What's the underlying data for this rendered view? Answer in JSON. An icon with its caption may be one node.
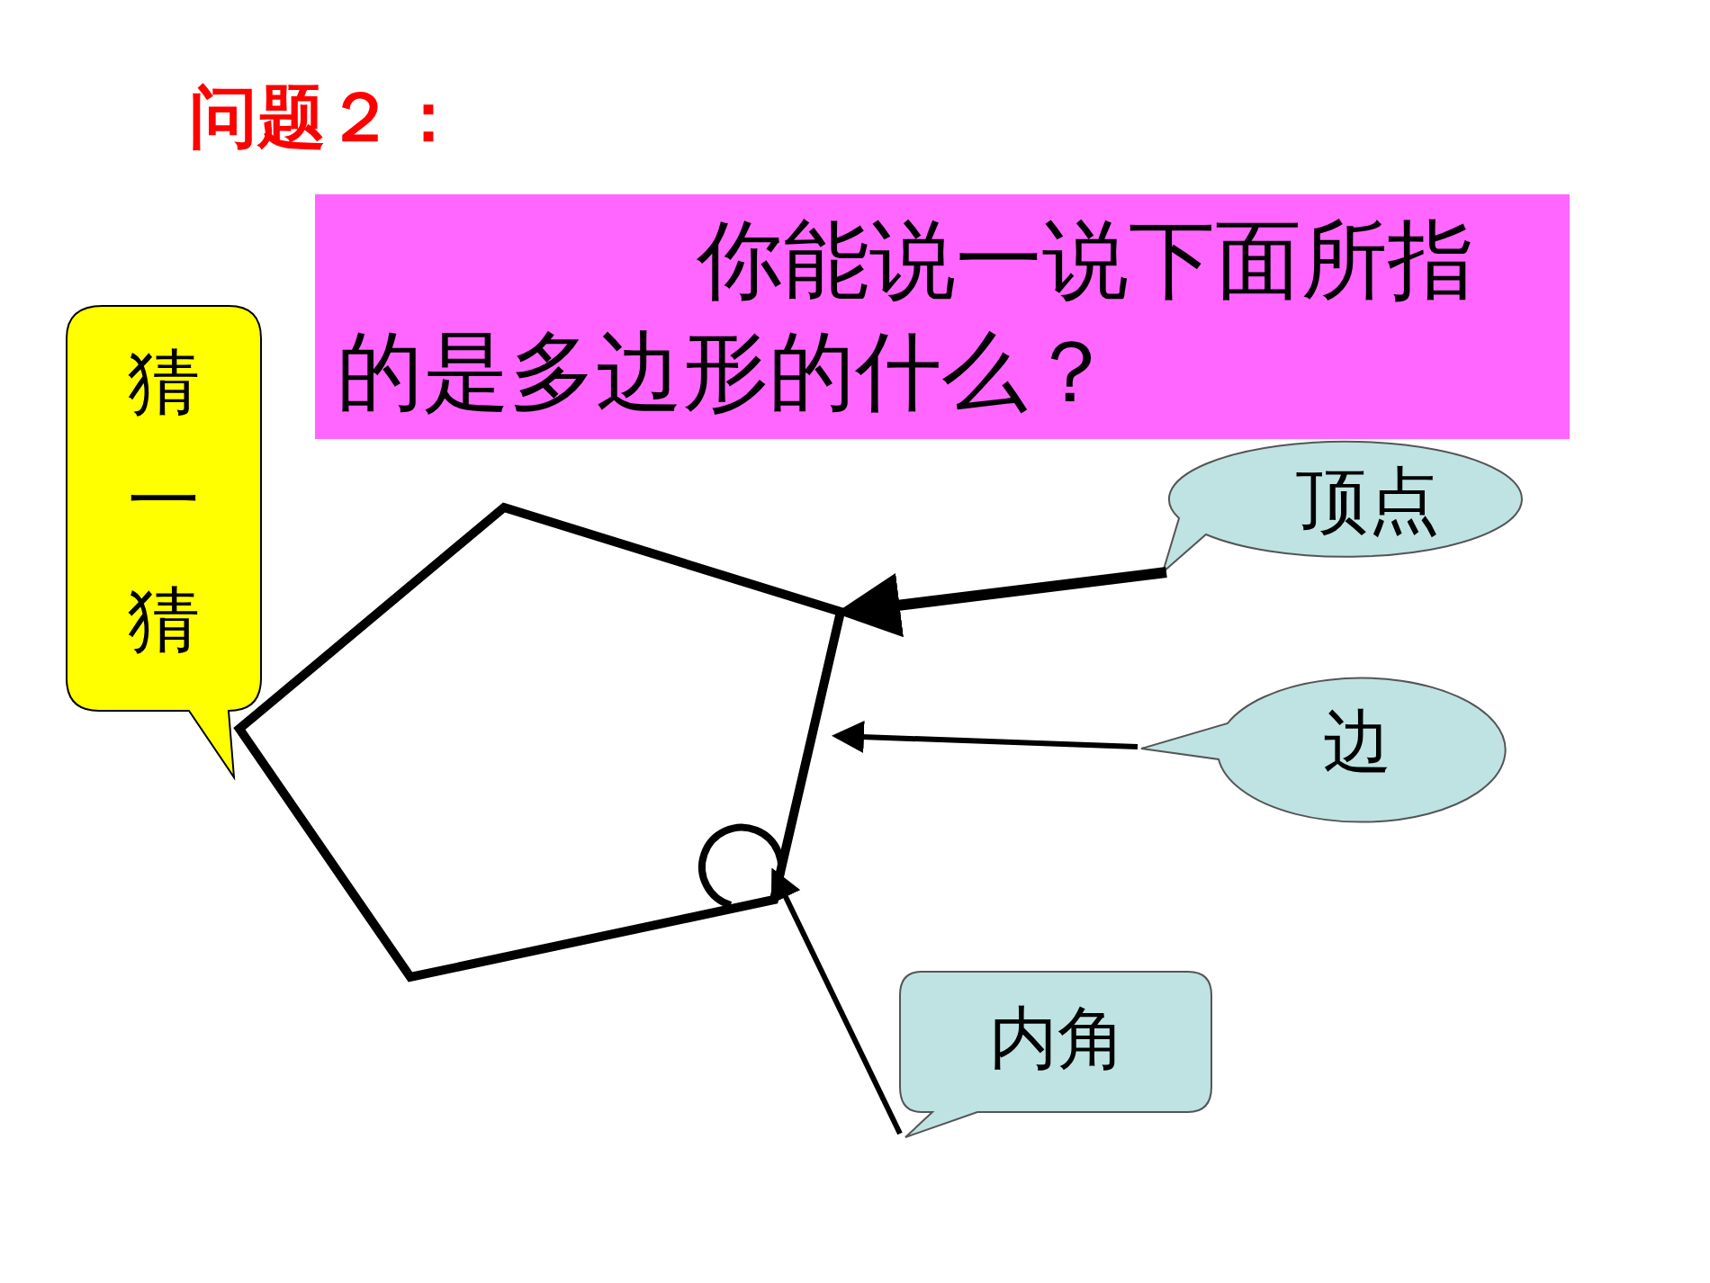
{
  "diagram": {
    "title": "问题２：",
    "nodes": [
      {
        "text": [
          "猜一猜"
        ]
      },
      {
        "text": [
          "你能说一说下面所指的是多边形的什么？"
        ]
      },
      {
        "text": [],
        "shape": "pentagon"
      },
      {
        "text": [
          "顶点"
        ]
      },
      {
        "text": [
          "边"
        ]
      },
      {
        "text": [
          "内角"
        ]
      }
    ],
    "edges": [
      {
        "from": 3,
        "to": 2,
        "arrow": "to",
        "style": "thick"
      },
      {
        "from": 4,
        "to": 2,
        "arrow": "to"
      },
      {
        "from": 5,
        "to": 2,
        "arrow": "to"
      }
    ]
  }
}
